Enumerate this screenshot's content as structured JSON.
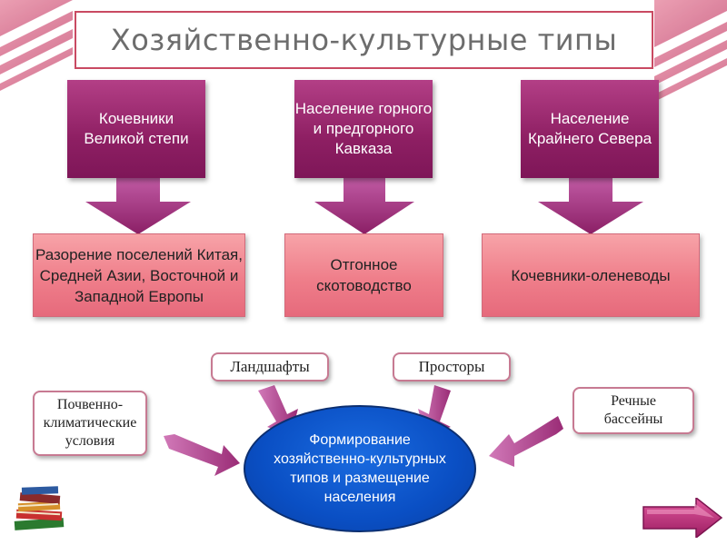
{
  "title": "Хозяйственно-культурные типы",
  "regions": [
    {
      "label": "Кочевники Великой степи",
      "result": "Разорение поселений Китая, Средней Азии, Восточной и Западной Европы"
    },
    {
      "label": "Население горного и предгорного Кавказа",
      "result": "Отгонное скотоводство"
    },
    {
      "label": "Население Крайнего Севера",
      "result": "Кочевники-оленеводы"
    }
  ],
  "factors": {
    "soil_climate": "Почвенно-климатические условия",
    "landscapes": "Ландшафты",
    "expanses": "Просторы",
    "river_basins": "Речные бассейны"
  },
  "center_label": "Формирование хозяйственно-культурных типов и размещение населения",
  "icons": {
    "books": "books-icon",
    "next": "next-arrow-icon"
  },
  "colors": {
    "accent": "#8e1f63",
    "pink_box": "#ef7e8a",
    "oval": "#0a4fc4",
    "title_border": "#c94a62"
  }
}
